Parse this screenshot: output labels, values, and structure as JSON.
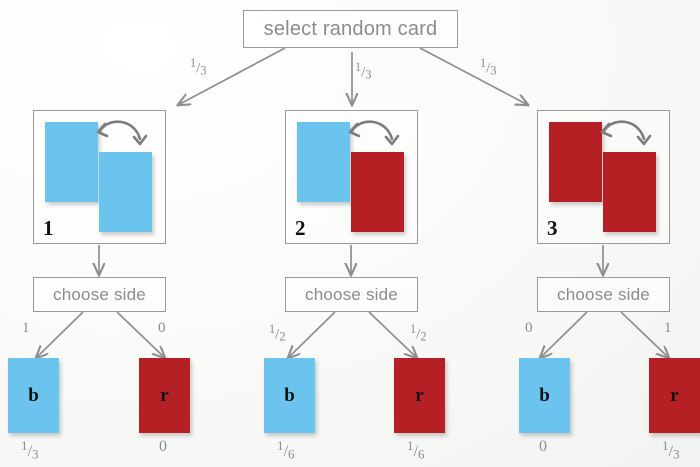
{
  "diagram": {
    "title_node": {
      "label": "select random card"
    },
    "level1_edge_labels": [
      "1/3",
      "1/3",
      "1/3"
    ],
    "states": [
      {
        "index": "1",
        "left_card_color": "blue",
        "right_card_color": "blue",
        "arrow_name": "flip-arrow"
      },
      {
        "index": "2",
        "left_card_color": "blue",
        "right_card_color": "red",
        "arrow_name": "flip-arrow"
      },
      {
        "index": "3",
        "left_card_color": "red",
        "right_card_color": "red",
        "arrow_name": "flip-arrow"
      }
    ],
    "choose_side_label": "choose side",
    "choose_side_nodes": [
      {
        "left_edge_label": "1",
        "right_edge_label": "0"
      },
      {
        "left_edge_label": "1/2",
        "right_edge_label": "1/2"
      },
      {
        "left_edge_label": "0",
        "right_edge_label": "1"
      }
    ],
    "leaves": [
      {
        "label": "b",
        "color": "blue",
        "probability": "1/3"
      },
      {
        "label": "r",
        "color": "red",
        "probability": "0"
      },
      {
        "label": "b",
        "color": "blue",
        "probability": "1/6"
      },
      {
        "label": "r",
        "color": "red",
        "probability": "1/6"
      },
      {
        "label": "b",
        "color": "blue",
        "probability": "0"
      },
      {
        "label": "r",
        "color": "red",
        "probability": "1/3"
      }
    ],
    "colors": {
      "blue_card": "#6bc4ee",
      "red_card": "#b52025",
      "stroke": "#9a9a9a",
      "text_gray": "#8c8c8c",
      "background": "#f6f6f4"
    }
  }
}
